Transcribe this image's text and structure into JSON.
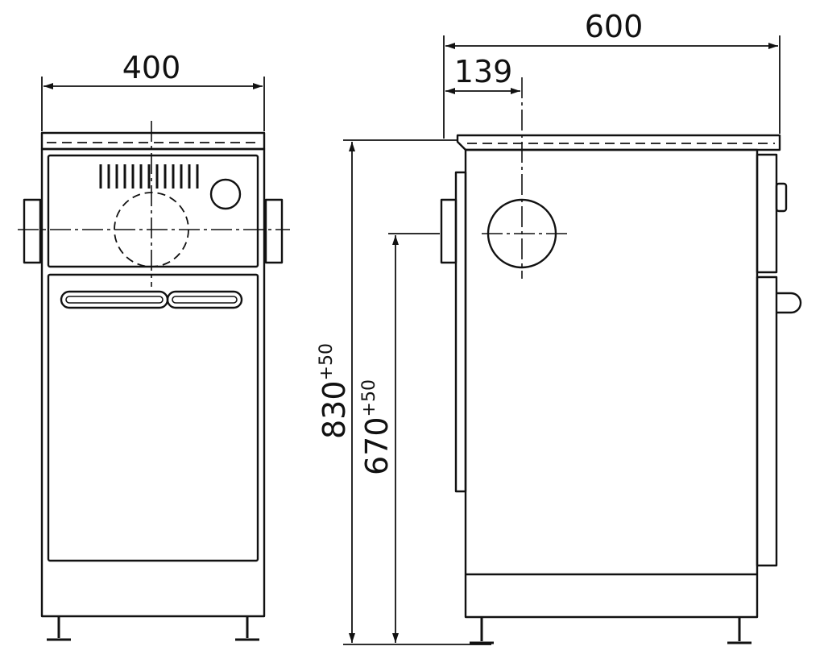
{
  "colors": {
    "stroke": "#111111",
    "background": "#ffffff"
  },
  "dimensions": {
    "front_width": "400",
    "side_depth": "600",
    "flue_offset": "139",
    "total_height": "830",
    "total_height_tol": "+50",
    "flue_height": "670",
    "flue_height_tol": "+50"
  }
}
